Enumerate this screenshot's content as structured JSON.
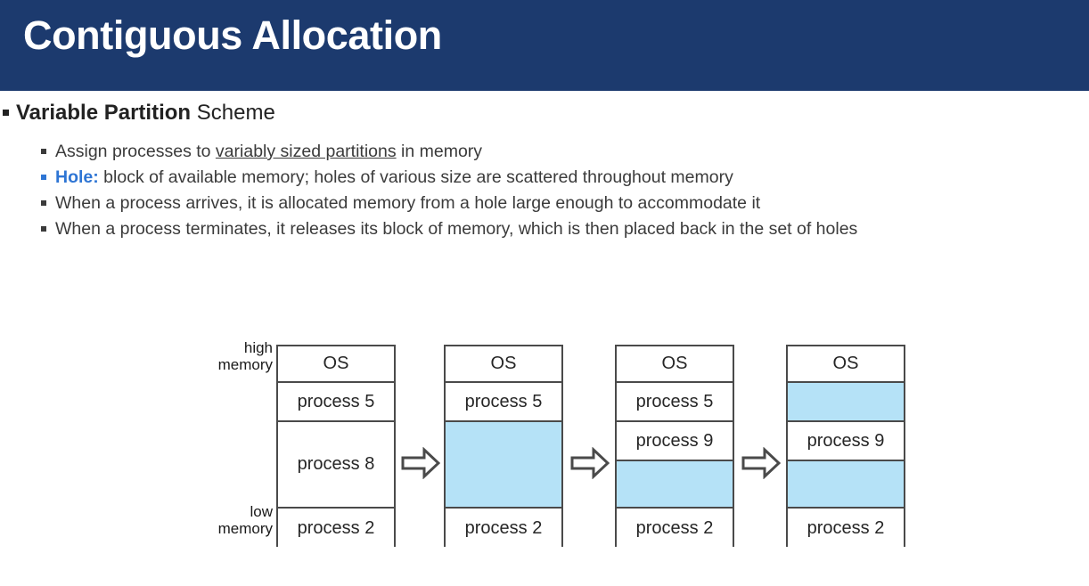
{
  "slide": {
    "title": "Contiguous Allocation",
    "banner_color": "#1C3A6E",
    "accent_blue": "#2E75D4",
    "hole_color": "#B5E2F7"
  },
  "bullets": {
    "level1": {
      "bold_part": "Variable Partition",
      "regular_part": " Scheme"
    },
    "level2": [
      {
        "id": "assign-processes",
        "pre": "Assign processes to ",
        "underlined": "variably sized partitions",
        "post": " in memory"
      },
      {
        "id": "hole-definition",
        "label": "Hole:",
        "text": " block of available memory; holes of various size are scattered throughout memory"
      },
      {
        "id": "process-arrives",
        "text": "When a process arrives, it is allocated memory from a hole large enough to accommodate it"
      },
      {
        "id": "process-terminates",
        "text": "When a process terminates, it releases its block of memory, which is then placed back in the set of holes"
      }
    ]
  },
  "diagram": {
    "labels": {
      "high_line1": "high",
      "high_line2": "memory",
      "low_line1": "low",
      "low_line2": "memory"
    },
    "arrow_glyph": "arrow-right",
    "columns": [
      {
        "id": "state-1",
        "cells": [
          {
            "label": "OS",
            "type": "process",
            "height": 41
          },
          {
            "label": "process 5",
            "type": "process",
            "height": 44
          },
          {
            "label": "process 8",
            "type": "process",
            "height": 97
          },
          {
            "label": "process 2",
            "type": "process",
            "height": 45
          }
        ]
      },
      {
        "id": "state-2",
        "cells": [
          {
            "label": "OS",
            "type": "process",
            "height": 41
          },
          {
            "label": "process 5",
            "type": "process",
            "height": 44
          },
          {
            "label": "",
            "type": "hole",
            "height": 97
          },
          {
            "label": "process 2",
            "type": "process",
            "height": 45
          }
        ]
      },
      {
        "id": "state-3",
        "cells": [
          {
            "label": "OS",
            "type": "process",
            "height": 41
          },
          {
            "label": "process 5",
            "type": "process",
            "height": 44
          },
          {
            "label": "process 9",
            "type": "process",
            "height": 44
          },
          {
            "label": "",
            "type": "hole",
            "height": 53
          },
          {
            "label": "process 2",
            "type": "process",
            "height": 45
          }
        ]
      },
      {
        "id": "state-4",
        "cells": [
          {
            "label": "OS",
            "type": "process",
            "height": 41
          },
          {
            "label": "",
            "type": "hole",
            "height": 44
          },
          {
            "label": "process 9",
            "type": "process",
            "height": 44
          },
          {
            "label": "",
            "type": "hole",
            "height": 53
          },
          {
            "label": "process 2",
            "type": "process",
            "height": 45
          }
        ]
      }
    ]
  }
}
